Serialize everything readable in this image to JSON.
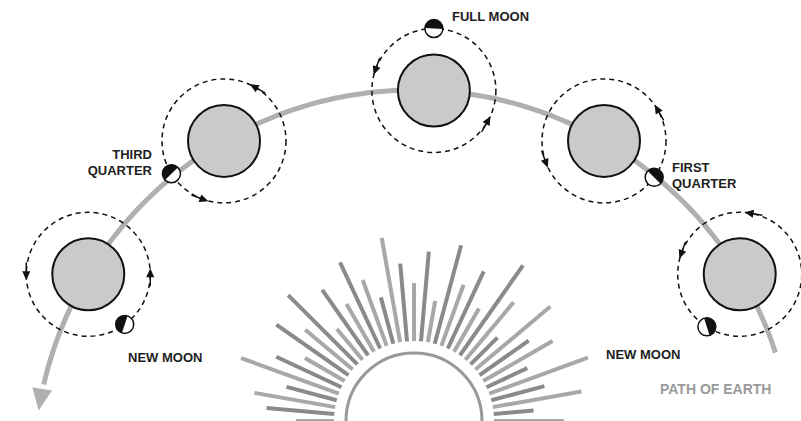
{
  "diagram": {
    "labels": [
      "FULL MOON",
      "THIRD QUARTER",
      "FIRST QUARTER",
      "NEW MOON",
      "NEW MOON",
      "PATH OF EARTH"
    ]
  }
}
